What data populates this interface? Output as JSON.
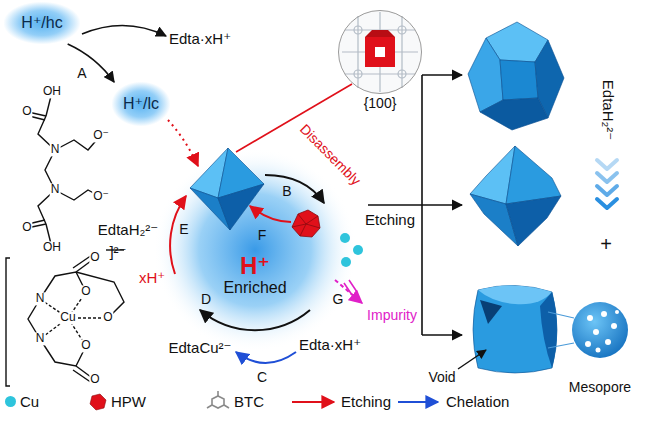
{
  "diagram": {
    "nodes": [
      {
        "text": [
          "H⁺/hc"
        ]
      },
      {
        "text": [
          "H⁺/lc"
        ]
      },
      {
        "text": [
          "H⁺",
          "Enriched"
        ]
      },
      {
        "text": [
          "{100}"
        ]
      }
    ],
    "edges": [
      {
        "from": 0,
        "to": 1,
        "label": "A",
        "arrow": "to"
      }
    ],
    "labels": [
      "Edta·xH⁺",
      "OH",
      "O",
      "O⁻",
      "N",
      "N",
      "O⁻",
      "O",
      "OH",
      "EdtaH₂²⁻",
      "E",
      "Disassembly",
      "B",
      "F",
      "xH⁺",
      "]²⁻",
      "O",
      "N",
      "Cu",
      "O",
      "O",
      "N",
      "O",
      "O",
      "G",
      "Impurity",
      "D",
      "EdtaCu²⁻",
      "C",
      "Edta·xH⁺",
      "Etching",
      "EdtaH₂²⁻",
      "+",
      "Void",
      "Mesopore"
    ],
    "legend": [
      {
        "text": "Cu",
        "color": "#2ec4dc"
      },
      {
        "text": "HPW"
      },
      {
        "text": "BTC"
      },
      {
        "text": "Etching"
      },
      {
        "text": "Chelation"
      }
    ]
  }
}
